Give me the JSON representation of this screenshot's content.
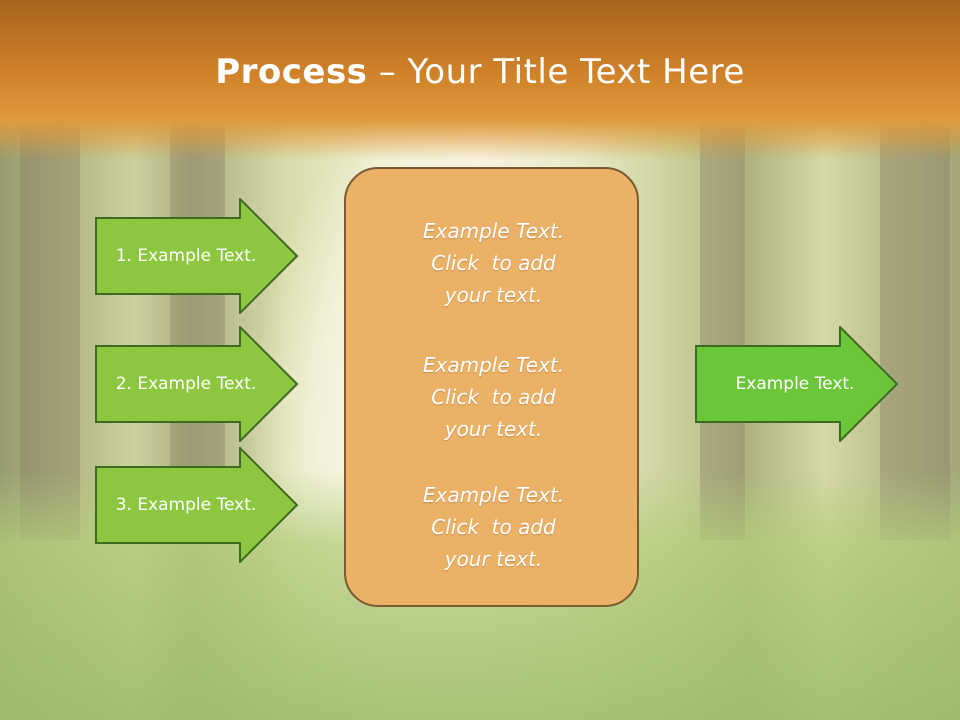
{
  "slide": {
    "title_bold": "Process",
    "title_rest": " – Your Title Text Here"
  },
  "steps": [
    {
      "label": "1. Example Text."
    },
    {
      "label": "2. Example Text."
    },
    {
      "label": "3. Example Text."
    }
  ],
  "center": {
    "paragraphs": [
      {
        "line1": "Example Text.",
        "line2": "Click  to add",
        "line3": "your text."
      },
      {
        "line1": "Example Text.",
        "line2": "Click  to add",
        "line3": "your text."
      },
      {
        "line1": "Example Text.",
        "line2": "Click  to add",
        "line3": "your text."
      }
    ]
  },
  "output": {
    "label": "Example Text."
  },
  "colors": {
    "step_arrow_fill": "#8dc63f",
    "output_arrow_fill": "#6cc63a",
    "arrow_border": "#3e6b1f",
    "center_box_fill": "#ebb166",
    "title_band": "#cf8128"
  }
}
